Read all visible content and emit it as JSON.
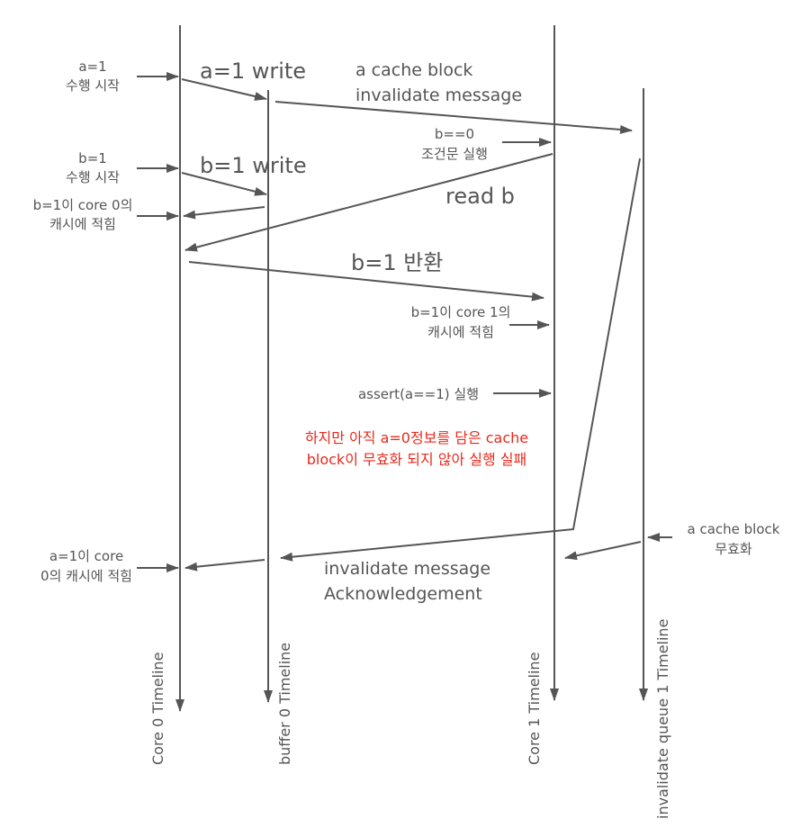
{
  "timelines": {
    "core0": "Core 0 Timeline",
    "buffer0": "buffer 0 Timeline",
    "core1": "Core 1 Timeline",
    "queue1": "invalidate queue 1 Timeline"
  },
  "labels": {
    "a1_start_1": "a=1",
    "a1_start_2": "수행 시작",
    "a1_write": "a=1 write",
    "cache_block_1": "a cache block",
    "cache_block_2": "invalidate message",
    "b0_cond_1": "b==0",
    "b0_cond_2": "조건문 실행",
    "b1_start_1": "b=1",
    "b1_start_2": "수행 시작",
    "b1_write": "b=1 write",
    "b1_core0_cache_1": "b=1이 core 0의",
    "b1_core0_cache_2": "캐시에 적힘",
    "read_b": "read b",
    "b1_return": "b=1 반환",
    "b1_core1_cache_1": "b=1이 core 1의",
    "b1_core1_cache_2": "캐시에 적힘",
    "assert_exec": "assert(a==1) 실행",
    "fail_1": "하지만 아직 a=0정보를 담은 cache",
    "fail_2": "block이 무효화 되지 않아 실행 실패",
    "invalidate_done_1": "a cache block",
    "invalidate_done_2": "무효화",
    "a1_core0_cache_1": "a=1이 core",
    "a1_core0_cache_2": "0의 캐시에 적힘",
    "ack_1": "invalidate message",
    "ack_2": "Acknowledgement"
  },
  "colors": {
    "line": "#555555",
    "highlight": "#e8291c"
  }
}
